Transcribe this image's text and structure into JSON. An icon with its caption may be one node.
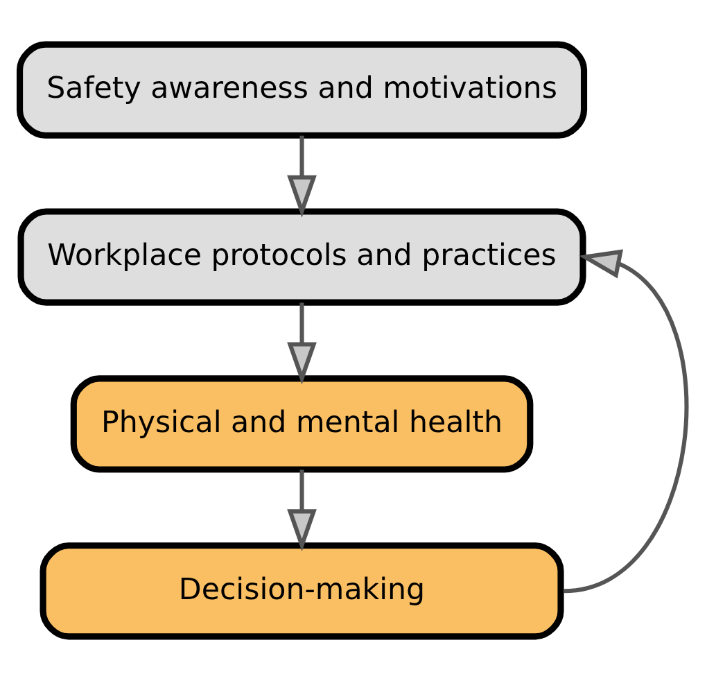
{
  "diagram": {
    "nodes": [
      {
        "text": [
          "Safety awareness and motivations"
        ]
      },
      {
        "text": [
          "Workplace protocols and practices"
        ]
      },
      {
        "text": [
          "Physical and mental health"
        ]
      },
      {
        "text": [
          "Decision-making"
        ]
      }
    ],
    "edges": [
      {
        "from": 0,
        "to": 1,
        "arrow": "to"
      },
      {
        "from": 1,
        "to": 2,
        "arrow": "to"
      },
      {
        "from": 2,
        "to": 3,
        "arrow": "to"
      },
      {
        "from": 3,
        "to": 1,
        "arrow": "to"
      }
    ]
  }
}
